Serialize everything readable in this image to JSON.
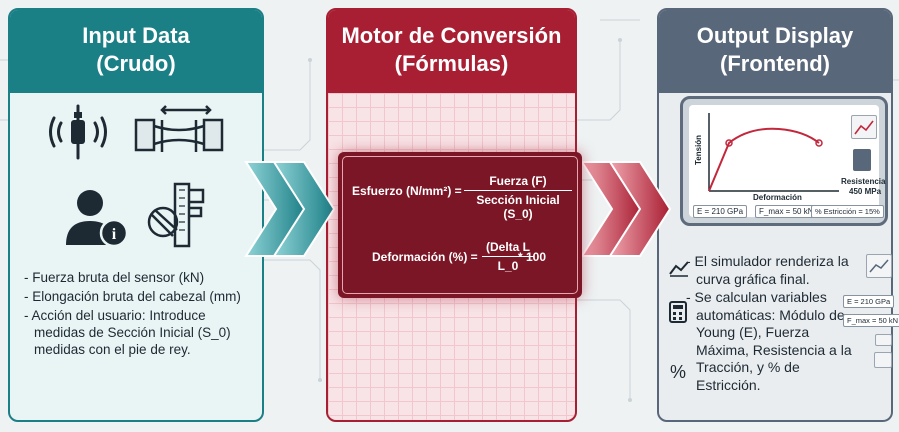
{
  "panels": {
    "input": {
      "title_line1": "Input Data",
      "title_line2": "(Crudo)",
      "bullets": [
        "- Fuerza bruta del sensor (kN)",
        "- Elongación bruta del cabezal (mm)",
        "- Acción del usuario: Introduce medidas de Sección Inicial (S_0) medidas con el pie de rey."
      ],
      "icons": [
        "sensor-icon",
        "specimen-icon",
        "user-icon",
        "info-icon",
        "caliper-icon"
      ]
    },
    "motor": {
      "title_line1": "Motor de Conversión",
      "title_line2": "(Fórmulas)",
      "formula1": {
        "lhs": "Esfuerzo (N/mm²) =",
        "numerator": "Fuerza (F)",
        "denominator": "Sección Inicial (S_0)"
      },
      "formula2": {
        "lhs": "Deformación (%) =",
        "numerator": "(Delta L",
        "denominator": "L_0",
        "suffix": "* 100"
      }
    },
    "output": {
      "title_line1": "Output Display",
      "title_line2": "(Frontend)",
      "screen": {
        "y_axis": "Tensión",
        "x_axis": "Deformación",
        "resistencia_label": "Resistencia",
        "resistencia_value": "450 MPa",
        "e_value": "E = 210 GPa",
        "fmax_value": "F_max = 50 kN",
        "estriccion": "% Estricción = 15%"
      },
      "bullets": [
        "- El simulador renderiza la curva gráfica final.",
        "- Se calculan variables automáticas: Módulo de Young (E), Fuerza Máxima, Resistencia a la Tracción, y % de Estricción."
      ],
      "side_pills": [
        "E = 210 GPa",
        "F_max = 50 kN"
      ],
      "icons": [
        "chart-trend-icon",
        "calculator-icon",
        "percent-icon"
      ]
    }
  },
  "colors": {
    "teal": "#1b7f86",
    "crimson": "#a81f33",
    "slate": "#59677a"
  }
}
